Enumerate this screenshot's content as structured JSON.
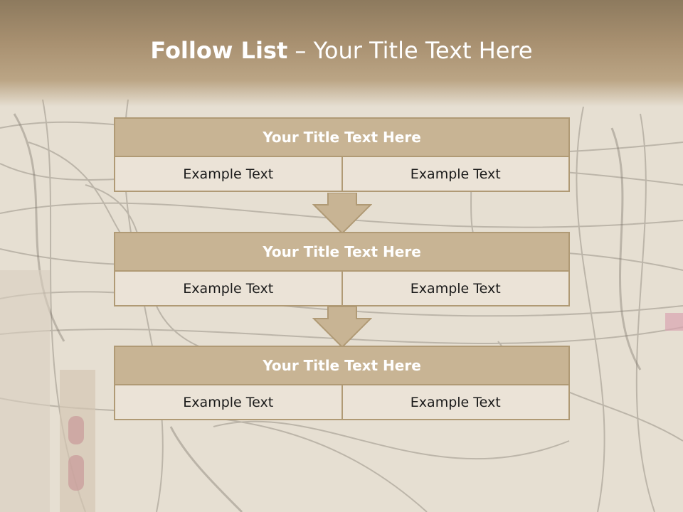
{
  "title": {
    "bold": "Follow List",
    "rest": " – Your Title Text Here"
  },
  "blocks": [
    {
      "title": "Your Title Text Here",
      "cells": [
        "Example Text",
        "Example Text"
      ]
    },
    {
      "title": "Your Title Text Here",
      "cells": [
        "Example Text",
        "Example Text"
      ]
    },
    {
      "title": "Your Title Text Here",
      "cells": [
        "Example Text",
        "Example Text"
      ]
    }
  ],
  "colors": {
    "header": "#a89070",
    "block_title": "#c8b494",
    "cell": "#ebe3d7",
    "border": "#b09a75"
  }
}
